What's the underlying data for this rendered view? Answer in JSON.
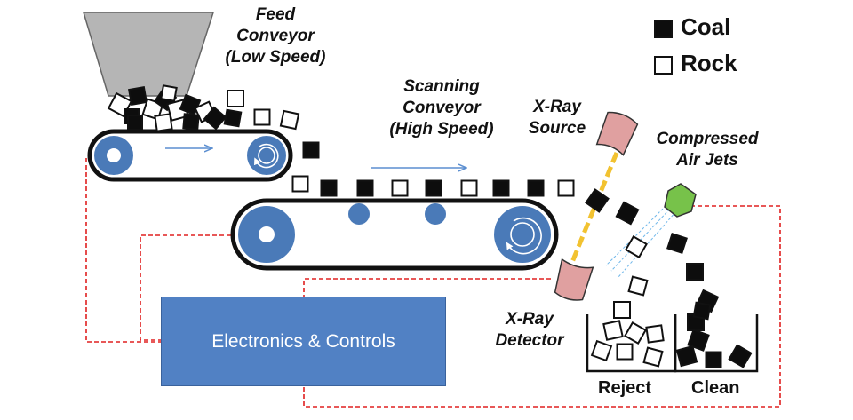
{
  "legend": {
    "coal": "Coal",
    "rock": "Rock"
  },
  "labels": {
    "feed_conveyor": [
      "Feed",
      "Conveyor",
      "(Low Speed)"
    ],
    "scanning_conveyor": [
      "Scanning",
      "Conveyor",
      "(High Speed)"
    ],
    "xray_source": [
      "X-Ray",
      "Source"
    ],
    "xray_detector": [
      "X-Ray",
      "Detector"
    ],
    "air_jets": [
      "Compressed",
      "Air Jets"
    ],
    "controls": "Electronics & Controls",
    "reject": "Reject",
    "clean": "Clean"
  },
  "colors": {
    "coal": "#0d0d0d",
    "rock": "#ffffff",
    "roller": "#4a7ab8",
    "hopper": "#b5b5b5",
    "xray": "#e0a0a0",
    "beam": "#f2c230",
    "nozzle": "#77c24a",
    "signal_line": "#e02020",
    "controls_box": "#5181c4"
  },
  "icons": [
    "hopper",
    "feed-conveyor-belt",
    "scanning-conveyor-belt",
    "xray-source",
    "xray-detector",
    "air-jet-nozzle",
    "reject-bin",
    "clean-bin",
    "rotation-arrow-icon",
    "direction-arrow-icon"
  ]
}
